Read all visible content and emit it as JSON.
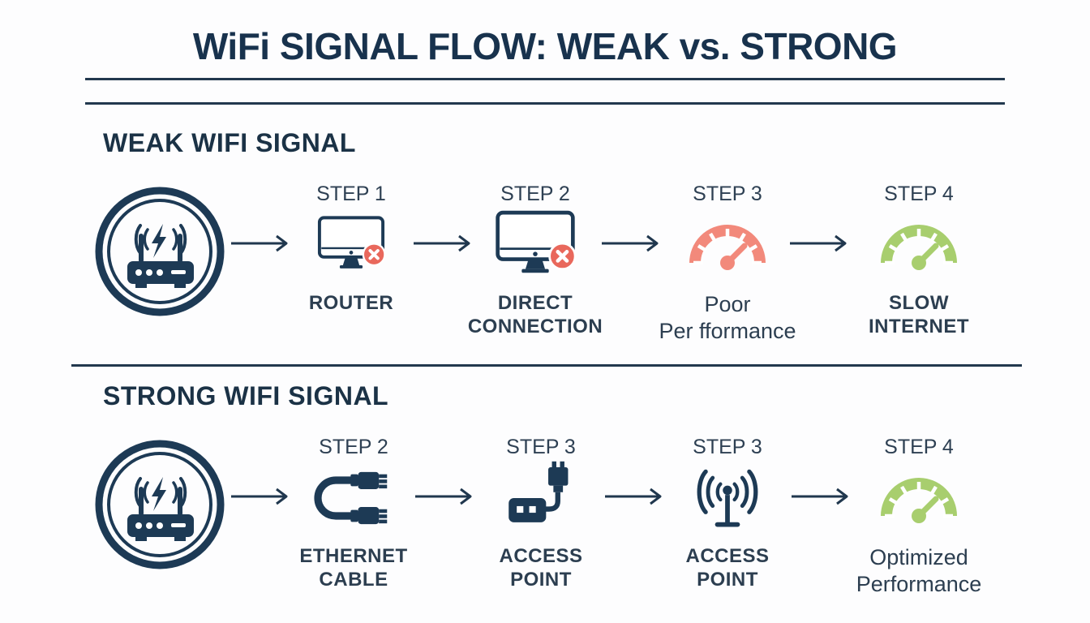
{
  "title": "WiFi SIGNAL FLOW: WEAK vs. STRONG",
  "weak": {
    "heading": "WEAK WIFI SIGNAL",
    "source_icon": "wifi-router-circle-icon",
    "steps": [
      {
        "tag": "STEP 1",
        "icon": "monitor-error-icon",
        "line1": "ROUTER",
        "line2": ""
      },
      {
        "tag": "STEP 2",
        "icon": "monitor-error-icon",
        "line1": "DIRECT",
        "line2": "CONNECTION"
      },
      {
        "tag": "STEP 3",
        "icon": "gauge-red-icon",
        "line1": "Poor",
        "line2": "Per fformance"
      },
      {
        "tag": "STEP 4",
        "icon": "gauge-green-icon",
        "line1": "SLOW",
        "line2": "INTERNET"
      }
    ]
  },
  "strong": {
    "heading": "STRONG WIFI SIGNAL",
    "source_icon": "wifi-router-circle-icon",
    "steps": [
      {
        "tag": "STEP 2",
        "icon": "ethernet-cable-icon",
        "line1": "ETHERNET",
        "line2": "CABLE"
      },
      {
        "tag": "STEP 3",
        "icon": "poe-adapter-icon",
        "line1": "ACCESS",
        "line2": "POINT"
      },
      {
        "tag": "STEP 3",
        "icon": "wifi-antenna-icon",
        "line1": "ACCESS",
        "line2": "POINT"
      },
      {
        "tag": "STEP 4",
        "icon": "gauge-green-icon",
        "line1": "Optimized",
        "line2": "Performance"
      }
    ]
  },
  "colors": {
    "navy": "#1d3a55",
    "heading_text": "#1b3246",
    "label_text": "#2c3e50",
    "salmon_gauge": "#f2897b",
    "error_badge_red": "#e9685c",
    "green_gauge": "#a8ce6e",
    "background": "#fdfdfe"
  }
}
